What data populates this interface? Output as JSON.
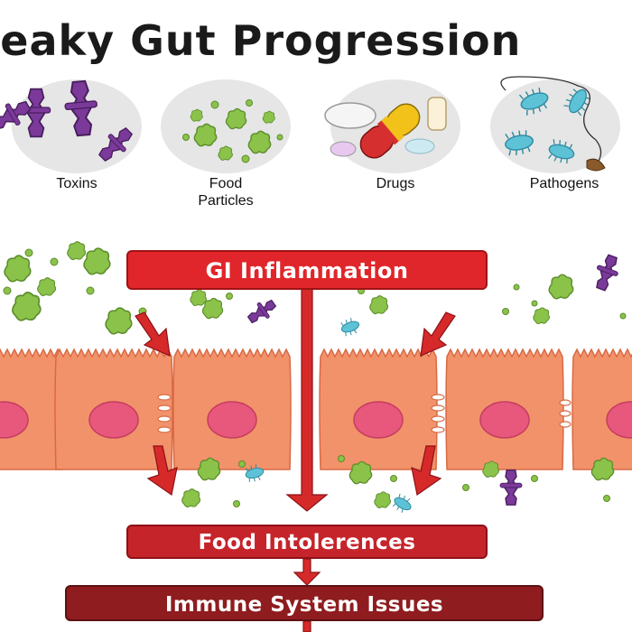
{
  "title": "Leaky Gut Progression",
  "categories": [
    {
      "label_line1": "Toxins",
      "label_line2": ""
    },
    {
      "label_line1": "Food",
      "label_line2": "Particles"
    },
    {
      "label_line1": "Drugs",
      "label_line2": ""
    },
    {
      "label_line1": "Pathogens",
      "label_line2": ""
    }
  ],
  "stages": {
    "inflammation": "GI Inflammation",
    "intolerances": "Food Intolerences",
    "immune": "Immune System Issues"
  },
  "colors": {
    "title": "#1a1a1a",
    "bright_red": "#e0262a",
    "dark_red": "#8f1c1f",
    "cell": "#f2926a",
    "nucleus": "#e8577c",
    "toxin": "#7b3a9a",
    "particle": "#8bc34a",
    "pathogen": "#5ec2d6"
  }
}
